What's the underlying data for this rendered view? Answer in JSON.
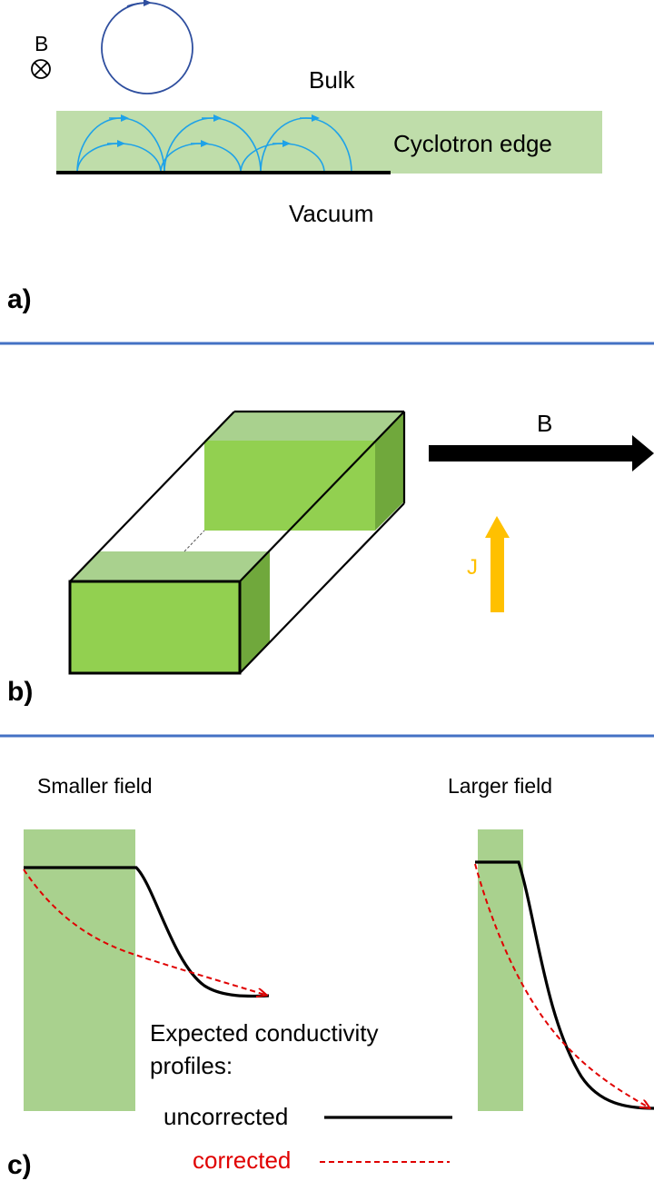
{
  "panel_a": {
    "label": "a)",
    "field_symbol": "B",
    "bulk": "Bulk",
    "edge": "Cyclotron edge",
    "vacuum": "Vacuum"
  },
  "panel_b": {
    "label": "b)",
    "field": "B",
    "current": "J"
  },
  "panel_c": {
    "label": "c)",
    "smaller": "Smaller field",
    "larger": "Larger field",
    "legend_line1": "Expected conductivity",
    "legend_line2": "profiles:",
    "uncorrected": "uncorrected",
    "corrected": "corrected"
  },
  "colors": {
    "green": "#a9d18e",
    "green_front": "#92d050",
    "green_side": "#70a83c",
    "orbit_light": "#1ea2e8",
    "orbit_dark": "#2f4f9f",
    "divider": "#4472c4",
    "current": "#ffc000",
    "corrected": "#e00000"
  },
  "icons": {
    "field_into_page": "circled-times-icon"
  }
}
